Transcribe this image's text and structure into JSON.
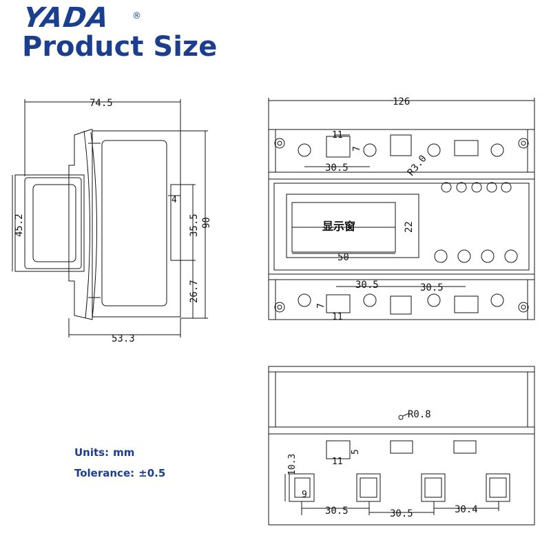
{
  "brand": {
    "logo": "YADA",
    "registered": "®",
    "title": "Product Size"
  },
  "notes": {
    "units_label": "Units:",
    "units_value": "mm",
    "tolerance_label": "Tolerance:",
    "tolerance_value": "±0.5"
  },
  "side_view": {
    "width": "74.5",
    "height": "90",
    "rail_height": "45.2",
    "inner_height": "35.5",
    "lower_height": "26.7",
    "depth": "53.3",
    "step": "4"
  },
  "front_view": {
    "width": "126",
    "top_slot_w": "11",
    "top_slot_h": "7",
    "top_pitch": "30.5",
    "radius": "R3.0",
    "display_label": "显示窗",
    "display_w": "50",
    "display_h": "22",
    "bottom_pitch_1": "30.5",
    "bottom_pitch_2": "30.5",
    "bottom_slot_w": "11",
    "bottom_slot_h": "7"
  },
  "bottom_view": {
    "radius": "R0.8",
    "slot_w": "11",
    "slot_h": "5",
    "terminal_h": "10.3",
    "terminal_w": "9",
    "pitch_1": "30.5",
    "pitch_2": "30.5",
    "pitch_3": "30.4"
  },
  "colors": {
    "brand": "#1c3e8e",
    "line": "#111111"
  }
}
